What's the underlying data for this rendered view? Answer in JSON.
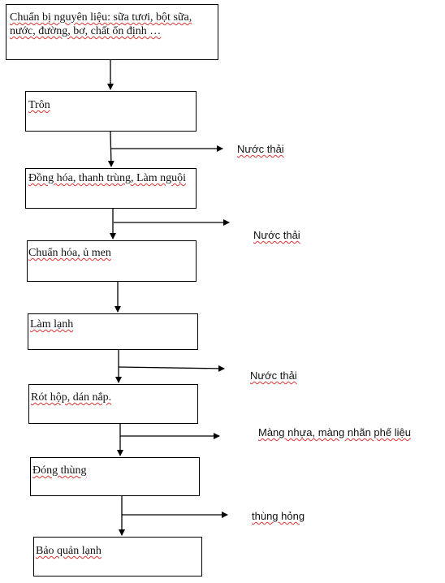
{
  "steps": [
    "Chuẩn bị nguyên liệu: sữa tươi, bột sữa, nước, đường, bơ, chất ổn định …",
    "Trôn",
    "Đồng hóa, thanh trùng, Làm nguội",
    "Chuẩn hóa, ủ men",
    "Làm lạnh",
    "Rót hộp, dán nắp.",
    "Đóng thùng",
    "Bảo quản lạnh"
  ],
  "outputs": [
    "Nước thải",
    "Nước thải",
    "Nước thải",
    "Màng nhựa, màng nhãn phế liệu",
    "thùng hỏng"
  ]
}
